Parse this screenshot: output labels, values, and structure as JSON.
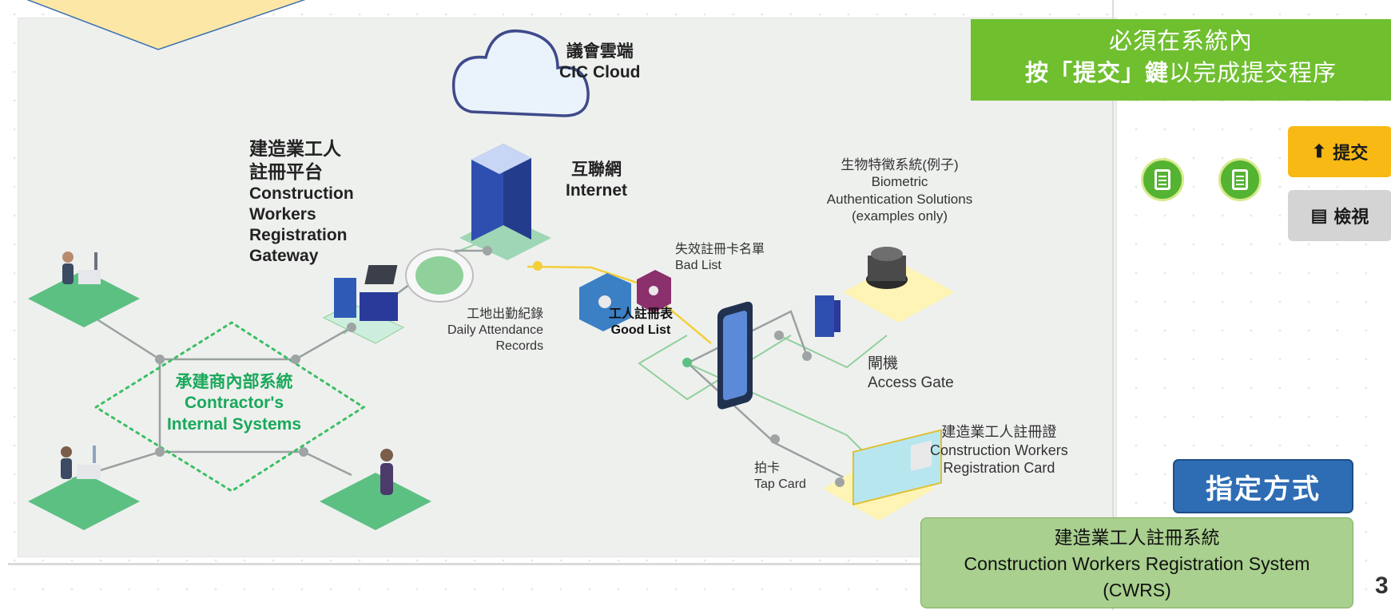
{
  "diagram": {
    "cloud": {
      "zh": "議會雲端",
      "en": "CIC Cloud"
    },
    "internet": {
      "zh": "互聯網",
      "en": "Internet"
    },
    "gateway": {
      "zh_line1": "建造業工人",
      "zh_line2": "註冊平台",
      "en_line1": "Construction",
      "en_line2": "Workers",
      "en_line3": "Registration",
      "en_line4": "Gateway"
    },
    "contractor": {
      "zh": "承建商內部系統",
      "en_line1": "Contractor's",
      "en_line2": "Internal Systems"
    },
    "bad_list": {
      "zh": "失效註冊卡名單",
      "en": "Bad List"
    },
    "attendance": {
      "zh": "工地出勤紀錄",
      "en_line1": "Daily Attendance",
      "en_line2": "Records"
    },
    "good_list": {
      "zh": "工人註冊表",
      "en": "Good List"
    },
    "biometric": {
      "zh": "生物特徵系統(例子)",
      "en_line1": "Biometric",
      "en_line2": "Authentication Solutions",
      "en_line3": "(examples only)"
    },
    "access_gate": {
      "zh": "閘機",
      "en": "Access Gate"
    },
    "card": {
      "zh": "建造業工人註冊證",
      "en_line1": "Construction Workers",
      "en_line2": "Registration Card"
    },
    "tap": {
      "zh": "拍卡",
      "en": "Tap Card"
    }
  },
  "banner": {
    "line1": "必須在系統內",
    "line2_bold_a": "按「提交」鍵",
    "line2_rest": "以完成提交程序"
  },
  "buttons": {
    "submit_label": "提交",
    "view_label": "檢視",
    "method_label": "指定方式"
  },
  "cwrs": {
    "zh": "建造業工人註冊系統",
    "en": "Construction Workers Registration System",
    "abbr": "(CWRS)"
  },
  "page_number": "3",
  "colors": {
    "banner_green": "#6fbf2f",
    "submit_yellow": "#f8b914",
    "method_blue": "#2e6db4",
    "cwrs_green": "#a9d08e",
    "accent_green": "#19a85a"
  }
}
